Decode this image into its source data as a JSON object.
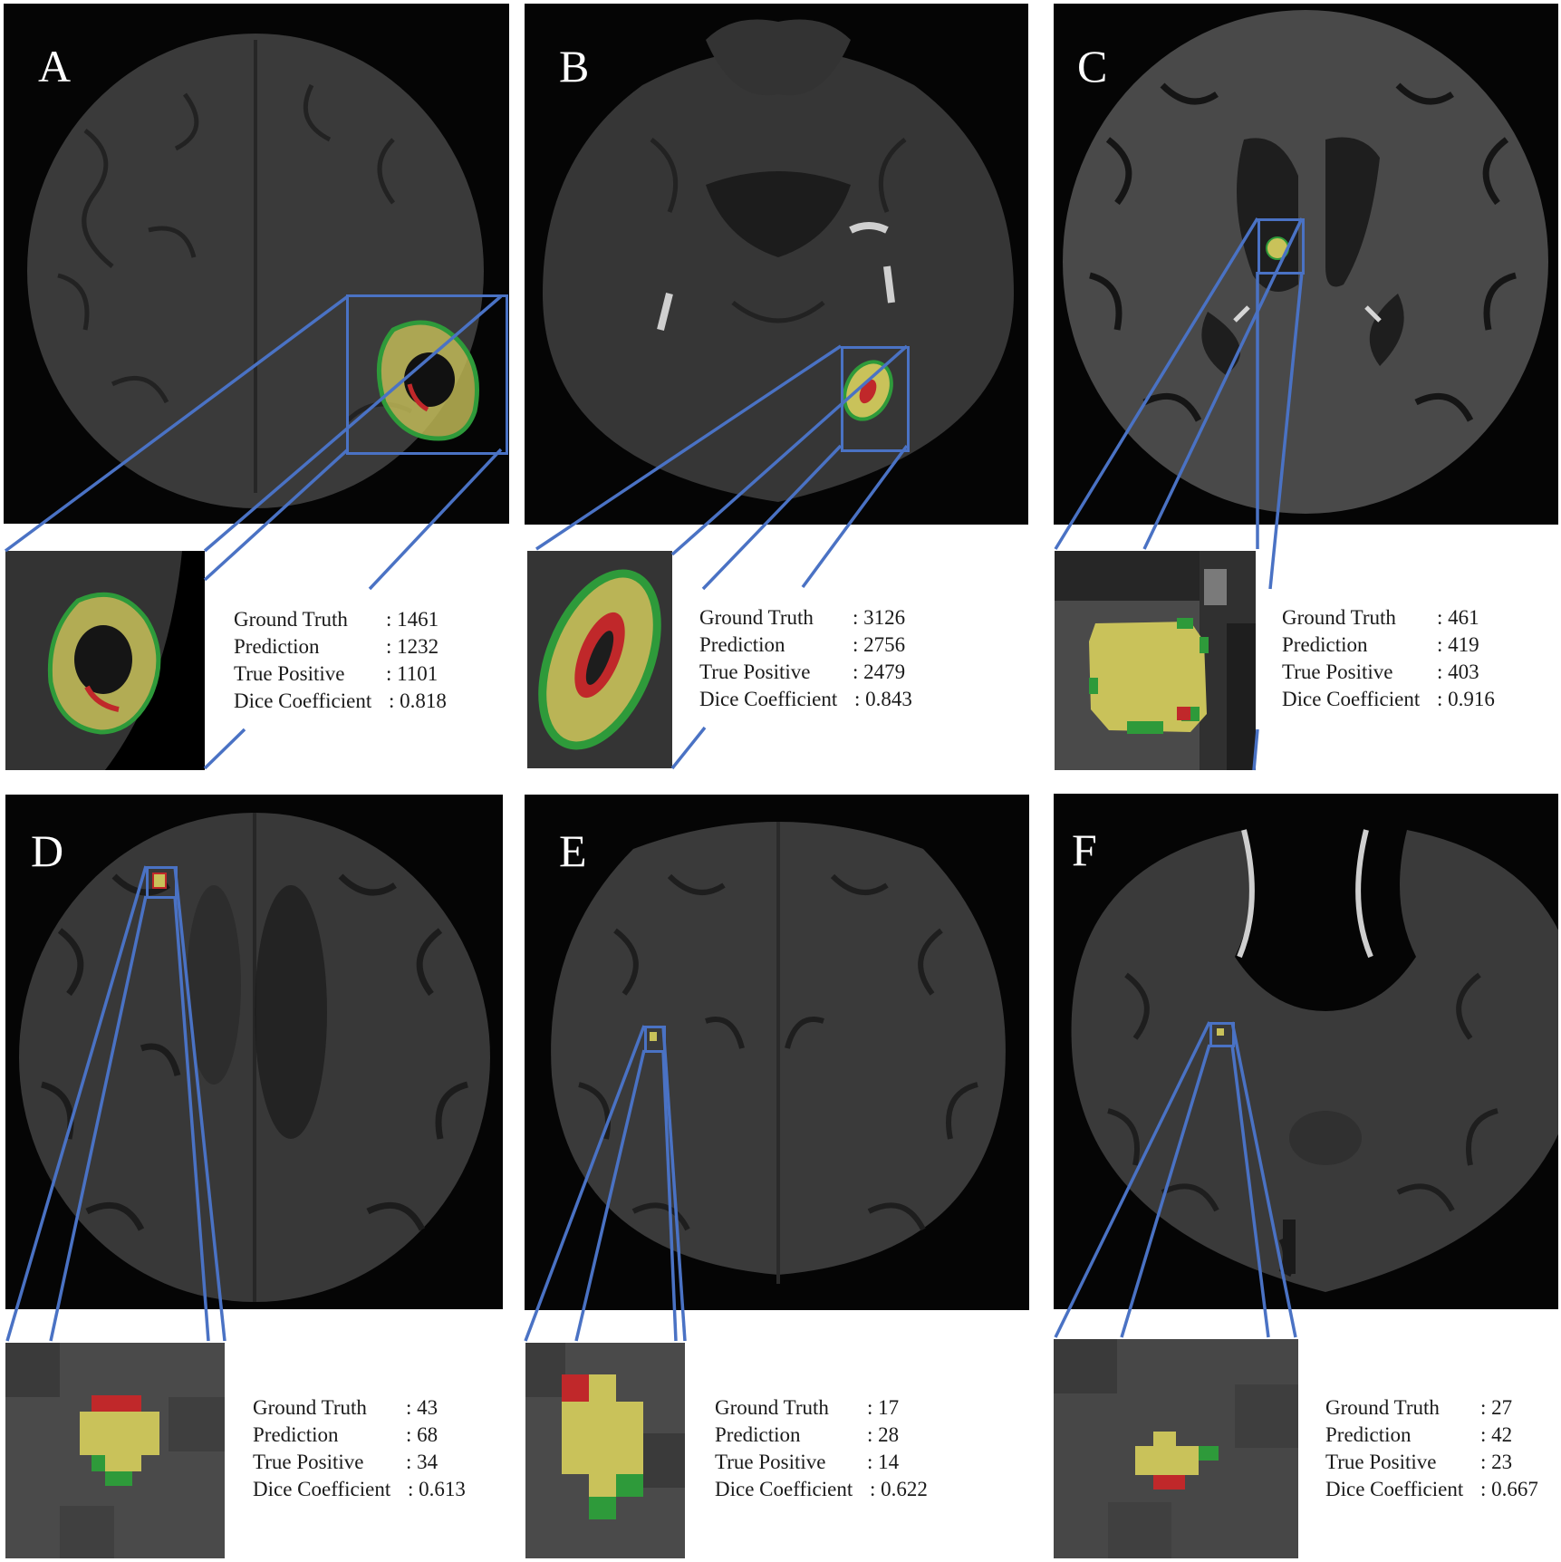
{
  "panels": [
    {
      "letter": "A",
      "rows": [
        {
          "label": "Ground Truth",
          "value": ": 1461"
        },
        {
          "label": "Prediction",
          "value": ": 1232"
        },
        {
          "label": "True Positive",
          "value": ": 1101"
        },
        {
          "label": "Dice Coefficient",
          "value": ": 0.818"
        }
      ]
    },
    {
      "letter": "B",
      "rows": [
        {
          "label": "Ground Truth",
          "value": ": 3126"
        },
        {
          "label": "Prediction",
          "value": ": 2756"
        },
        {
          "label": "True Positive",
          "value": ": 2479"
        },
        {
          "label": "Dice Coefficient",
          "value": ": 0.843"
        }
      ]
    },
    {
      "letter": "C",
      "rows": [
        {
          "label": "Ground Truth",
          "value": ": 461"
        },
        {
          "label": "Prediction",
          "value": ": 419"
        },
        {
          "label": "True Positive",
          "value": ": 403"
        },
        {
          "label": "Dice Coefficient",
          "value": ": 0.916"
        }
      ]
    },
    {
      "letter": "D",
      "rows": [
        {
          "label": "Ground Truth",
          "value": ": 43"
        },
        {
          "label": "Prediction",
          "value": ": 68"
        },
        {
          "label": "True Positive",
          "value": ": 34"
        },
        {
          "label": "Dice Coefficient",
          "value": ": 0.613"
        }
      ]
    },
    {
      "letter": "E",
      "rows": [
        {
          "label": "Ground Truth",
          "value": ": 17"
        },
        {
          "label": "Prediction",
          "value": ": 28"
        },
        {
          "label": "True Positive",
          "value": ": 14"
        },
        {
          "label": "Dice Coefficient",
          "value": ": 0.622"
        }
      ]
    },
    {
      "letter": "F",
      "rows": [
        {
          "label": "Ground Truth",
          "value": ": 27"
        },
        {
          "label": "Prediction",
          "value": ": 42"
        },
        {
          "label": "True Positive",
          "value": ": 23"
        },
        {
          "label": "Dice Coefficient",
          "value": ": 0.667"
        }
      ]
    }
  ],
  "colors": {
    "connector": "#4a72c4",
    "overlay_yellow": "#c9c25a",
    "overlay_green": "#2e9a3a",
    "overlay_red": "#c0282a",
    "scan_background": "#050505",
    "brain_tissue": "#3a3a3a"
  }
}
